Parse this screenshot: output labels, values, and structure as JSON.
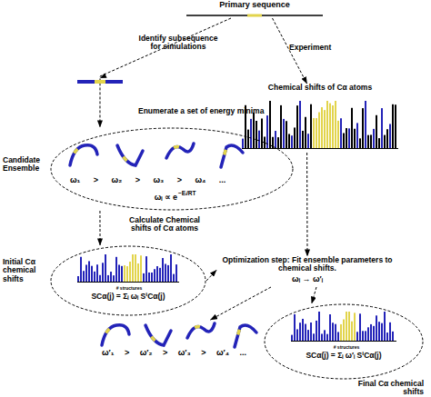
{
  "diagram": {
    "nodes": [
      {
        "text": [
          "Primary sequence"
        ]
      },
      {
        "text": [
          "Chemical shifts of Cα atoms"
        ]
      },
      {
        "text": [
          "Candidate Ensemble",
          "ω₁ > ω₂ > ω₃ > ω₄ ...",
          "ωᵢ ∝ e",
          "−Eᵢ/RT"
        ]
      },
      {
        "text": [
          "Initial Cα chemical shifts",
          "# structures",
          "SCα(j) = Σᵢ ωᵢ SⁱCα(j)"
        ]
      },
      {
        "text": [
          "Optimization step: Fit ensemble parameters to chemical shifts.",
          "ωᵢ → ω′ᵢ"
        ]
      },
      {
        "text": [
          "ω′₁ > ω′₂ > ω′₃ > ω′₄ ..."
        ]
      },
      {
        "text": [
          "Final Cα chemical shifts",
          "# structures",
          "SCα(j) = Σᵢ ω′ᵢ SⁱCα(j)"
        ]
      }
    ],
    "edges": [
      {
        "from": 0,
        "to": 2,
        "arrow": "to",
        "label": "Identify subsequence for simulations"
      },
      {
        "from": 0,
        "to": 1,
        "arrow": "to",
        "label": "Experiment"
      },
      {
        "from": 2,
        "to": 3,
        "arrow": "to",
        "label": "Calculate Chemical shifts of Cα atoms"
      },
      {
        "from": 3,
        "to": 4,
        "arrow": "to"
      },
      {
        "from": 1,
        "to": 4,
        "arrow": "to"
      },
      {
        "from": 4,
        "to": 5,
        "arrow": "to"
      },
      {
        "from": 4,
        "to": 6,
        "arrow": "to"
      }
    ],
    "labels": [
      "Enumerate a set of energy minima"
    ]
  }
}
